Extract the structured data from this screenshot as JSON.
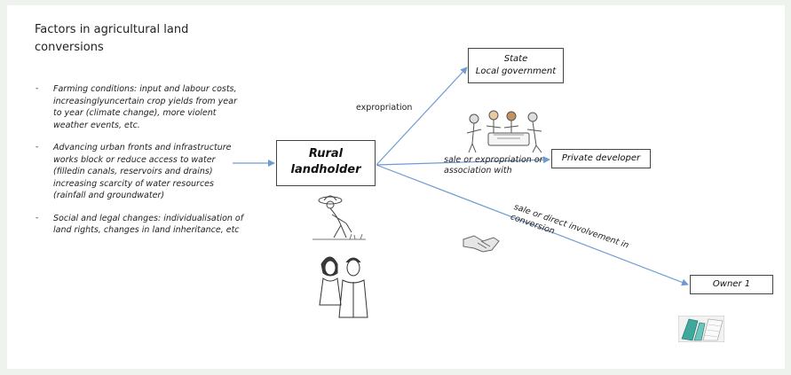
{
  "title": "Factors in agricultural land conversions",
  "factors": [
    {
      "bullet": "-",
      "text": "Farming conditions: input and labour costs, increasinglyuncertain crop yields from year to year (climate change), more violent weather events, etc."
    },
    {
      "bullet": "-",
      "text": "Advancing urban fronts and infrastructure works block or reduce access to water (filledin canals, reservoirs and drains) increasing scarcity of water resources (rainfall and groundwater)"
    },
    {
      "bullet": "-",
      "text": "Social and legal changes: individualisation of land rights, changes in land inheritance, etc"
    }
  ],
  "nodes": {
    "rural_landholder": "Rural landholder",
    "state_line1": "State",
    "state_line2": "Local government",
    "private_developer": "Private developer",
    "owner": "Owner 1"
  },
  "edge_labels": {
    "expropriation": "expropriation",
    "sale_expropriation": "sale or expropriation or association with",
    "sale_direct": "sale or direct involvement in conversion"
  },
  "colors": {
    "arrow": "#6f9bd1",
    "box_border": "#444444"
  },
  "icons": [
    "meeting-people-illustration",
    "farmer-illustration",
    "couple-illustration",
    "handshake-icon",
    "land-plot-map"
  ]
}
